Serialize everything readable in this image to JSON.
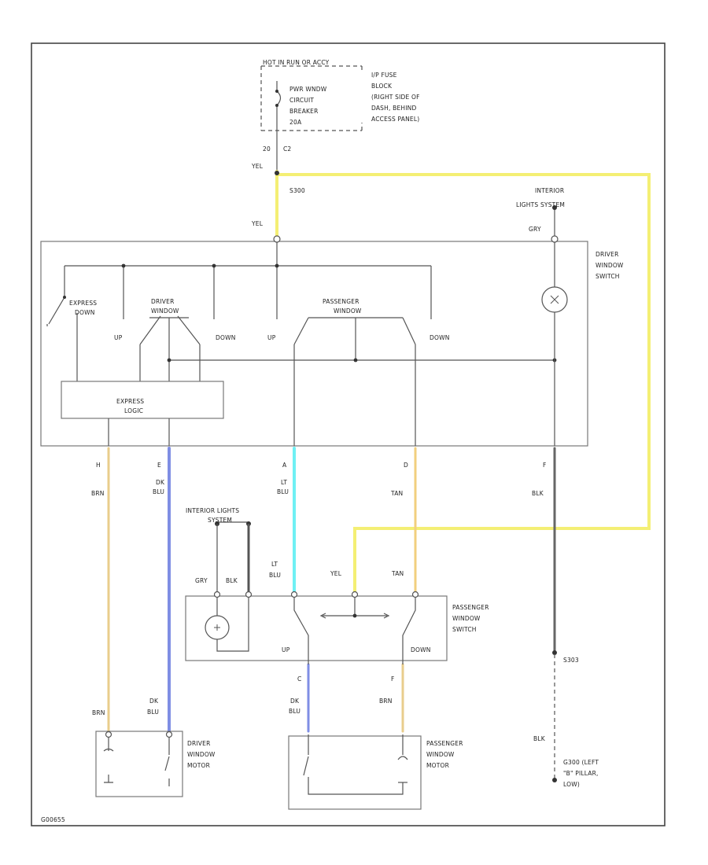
{
  "colors": {
    "yellow": "#f4ef74",
    "brown": "#e9cd8c",
    "dark_blue": "#7f8ee4",
    "light_blue": "#6ff0f4",
    "tan": "#f2cf7e",
    "black_wire": "#666666",
    "frame": "#444444"
  },
  "fuse": {
    "header": "HOT IN RUN OR ACCY",
    "breaker_lines": [
      "PWR WNDW",
      "CIRCUIT",
      "BREAKER",
      "20A"
    ],
    "location_lines": [
      "I/P FUSE",
      "BLOCK",
      "(RIGHT SIDE OF",
      "DASH, BEHIND",
      "ACCESS PANEL)"
    ],
    "pin_num": "20",
    "pin_id": "C2",
    "wire": "YEL"
  },
  "splice_top": "S300",
  "interior_lights_top": [
    "INTERIOR",
    "LIGHTS SYSTEM"
  ],
  "driver_switch": {
    "name_lines": [
      "DRIVER",
      "WINDOW",
      "SWITCH"
    ],
    "input_wire": "YEL",
    "lamp_wire": "GRY",
    "express_down": [
      "EXPRESS",
      "DOWN"
    ],
    "driver": [
      "DRIVER",
      "WINDOW"
    ],
    "passenger": [
      "PASSENGER",
      "WINDOW"
    ],
    "up": "UP",
    "down": "DOWN",
    "express_logic": [
      "EXPRESS",
      "LOGIC"
    ]
  },
  "pins": {
    "h": "H",
    "e": "E",
    "a": "A",
    "d": "D",
    "f": "F",
    "c": "C",
    "f2": "F"
  },
  "wires": {
    "brn": "BRN",
    "dk": "DK",
    "blu": "BLU",
    "lt": "LT",
    "tan": "TAN",
    "blk": "BLK",
    "yel": "YEL",
    "gry": "GRY"
  },
  "interior_lights_mid": [
    "INTERIOR LIGHTS",
    "SYSTEM"
  ],
  "passenger_switch": {
    "name_lines": [
      "PASSENGER",
      "WINDOW",
      "SWITCH"
    ],
    "up": "UP",
    "down": "DOWN"
  },
  "ground": {
    "splice": "S303",
    "wire": "BLK",
    "location_lines": [
      "G300 (LEFT",
      "\"B\" PILLAR,",
      "LOW)"
    ]
  },
  "driver_motor": [
    "DRIVER",
    "WINDOW",
    "MOTOR"
  ],
  "passenger_motor": [
    "PASSENGER",
    "WINDOW",
    "MOTOR"
  ],
  "figure_id": "G00655"
}
